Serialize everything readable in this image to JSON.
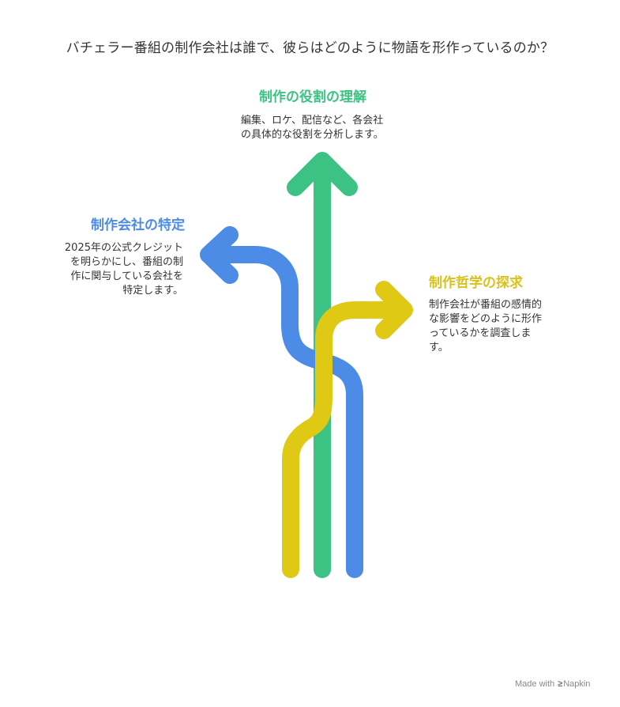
{
  "title": "バチェラー番組の制作会社は誰で、彼らはどのように物語を形作っているのか？",
  "branches": {
    "green": {
      "heading": "制作の役割の理解",
      "description": "編集、ロケ、配信など、各会社\nの具体的な役割を分析します。",
      "color": "#3cc383"
    },
    "blue": {
      "heading": "制作会社の特定",
      "description": "2025年の公式クレジット\nを明らかにし、番組の制\n作に関与している会社を\n特定します。",
      "color": "#4c8be6"
    },
    "yellow": {
      "heading": "制作哲学の探求",
      "description": "制作会社が番組の感情的\nな影響をどのように形作\nっているかを調査しま\nす。",
      "color": "#dfc915"
    }
  },
  "footer": {
    "prefix": "Made with",
    "brand": "Napkin"
  }
}
